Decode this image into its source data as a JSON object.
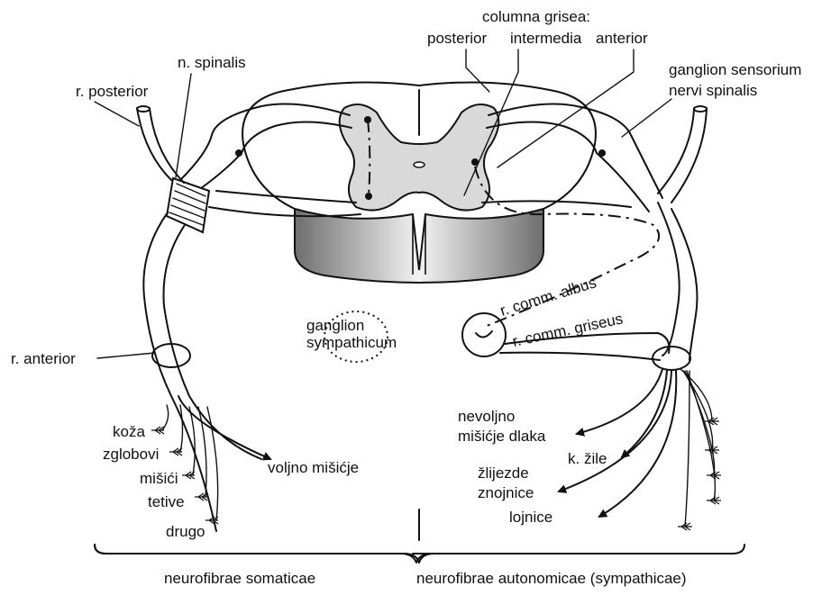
{
  "labels": {
    "columna_grisea": "columna grisea:",
    "posterior": "posterior",
    "intermedia": "intermedia",
    "anterior_col": "anterior",
    "n_spinalis": "n. spinalis",
    "r_posterior": "r. posterior",
    "ganglion_sensorium_1": "ganglion sensorium",
    "ganglion_sensorium_2": "nervi spinalis",
    "r_comm_albus": "r. comm. albus",
    "r_comm_griseus": "r. comm. griseus",
    "ganglion_symp_1": "ganglion",
    "ganglion_symp_2": "sympathicum",
    "r_anterior": "r. anterior",
    "koza": "koža",
    "zglobovi": "zglobovi",
    "misici": "mišići",
    "tetive": "tetive",
    "drugo": "drugo",
    "voljno": "voljno mišićje",
    "nevoljno_1": "nevoljno",
    "nevoljno_2": "mišićje dlaka",
    "k_zile": "k. žile",
    "zlijezde_1": "žlijezde",
    "zlijezde_2": "znojnice",
    "lojnice": "lojnice",
    "somaticae": "neurofibrae somaticae",
    "autonomicae": "neurofibrae autonomicae (sympathicae)"
  },
  "colors": {
    "ink": "#111111",
    "grey_matter": "#d9d9d9",
    "grey_matter_edge": "#9a9a9a",
    "section_face_dark": "#7a7a7a",
    "section_face_light": "#e6e6e6"
  },
  "icons": {
    "nerve_ending": "feather-ending-icon",
    "arrow": "arrow-head-icon"
  }
}
